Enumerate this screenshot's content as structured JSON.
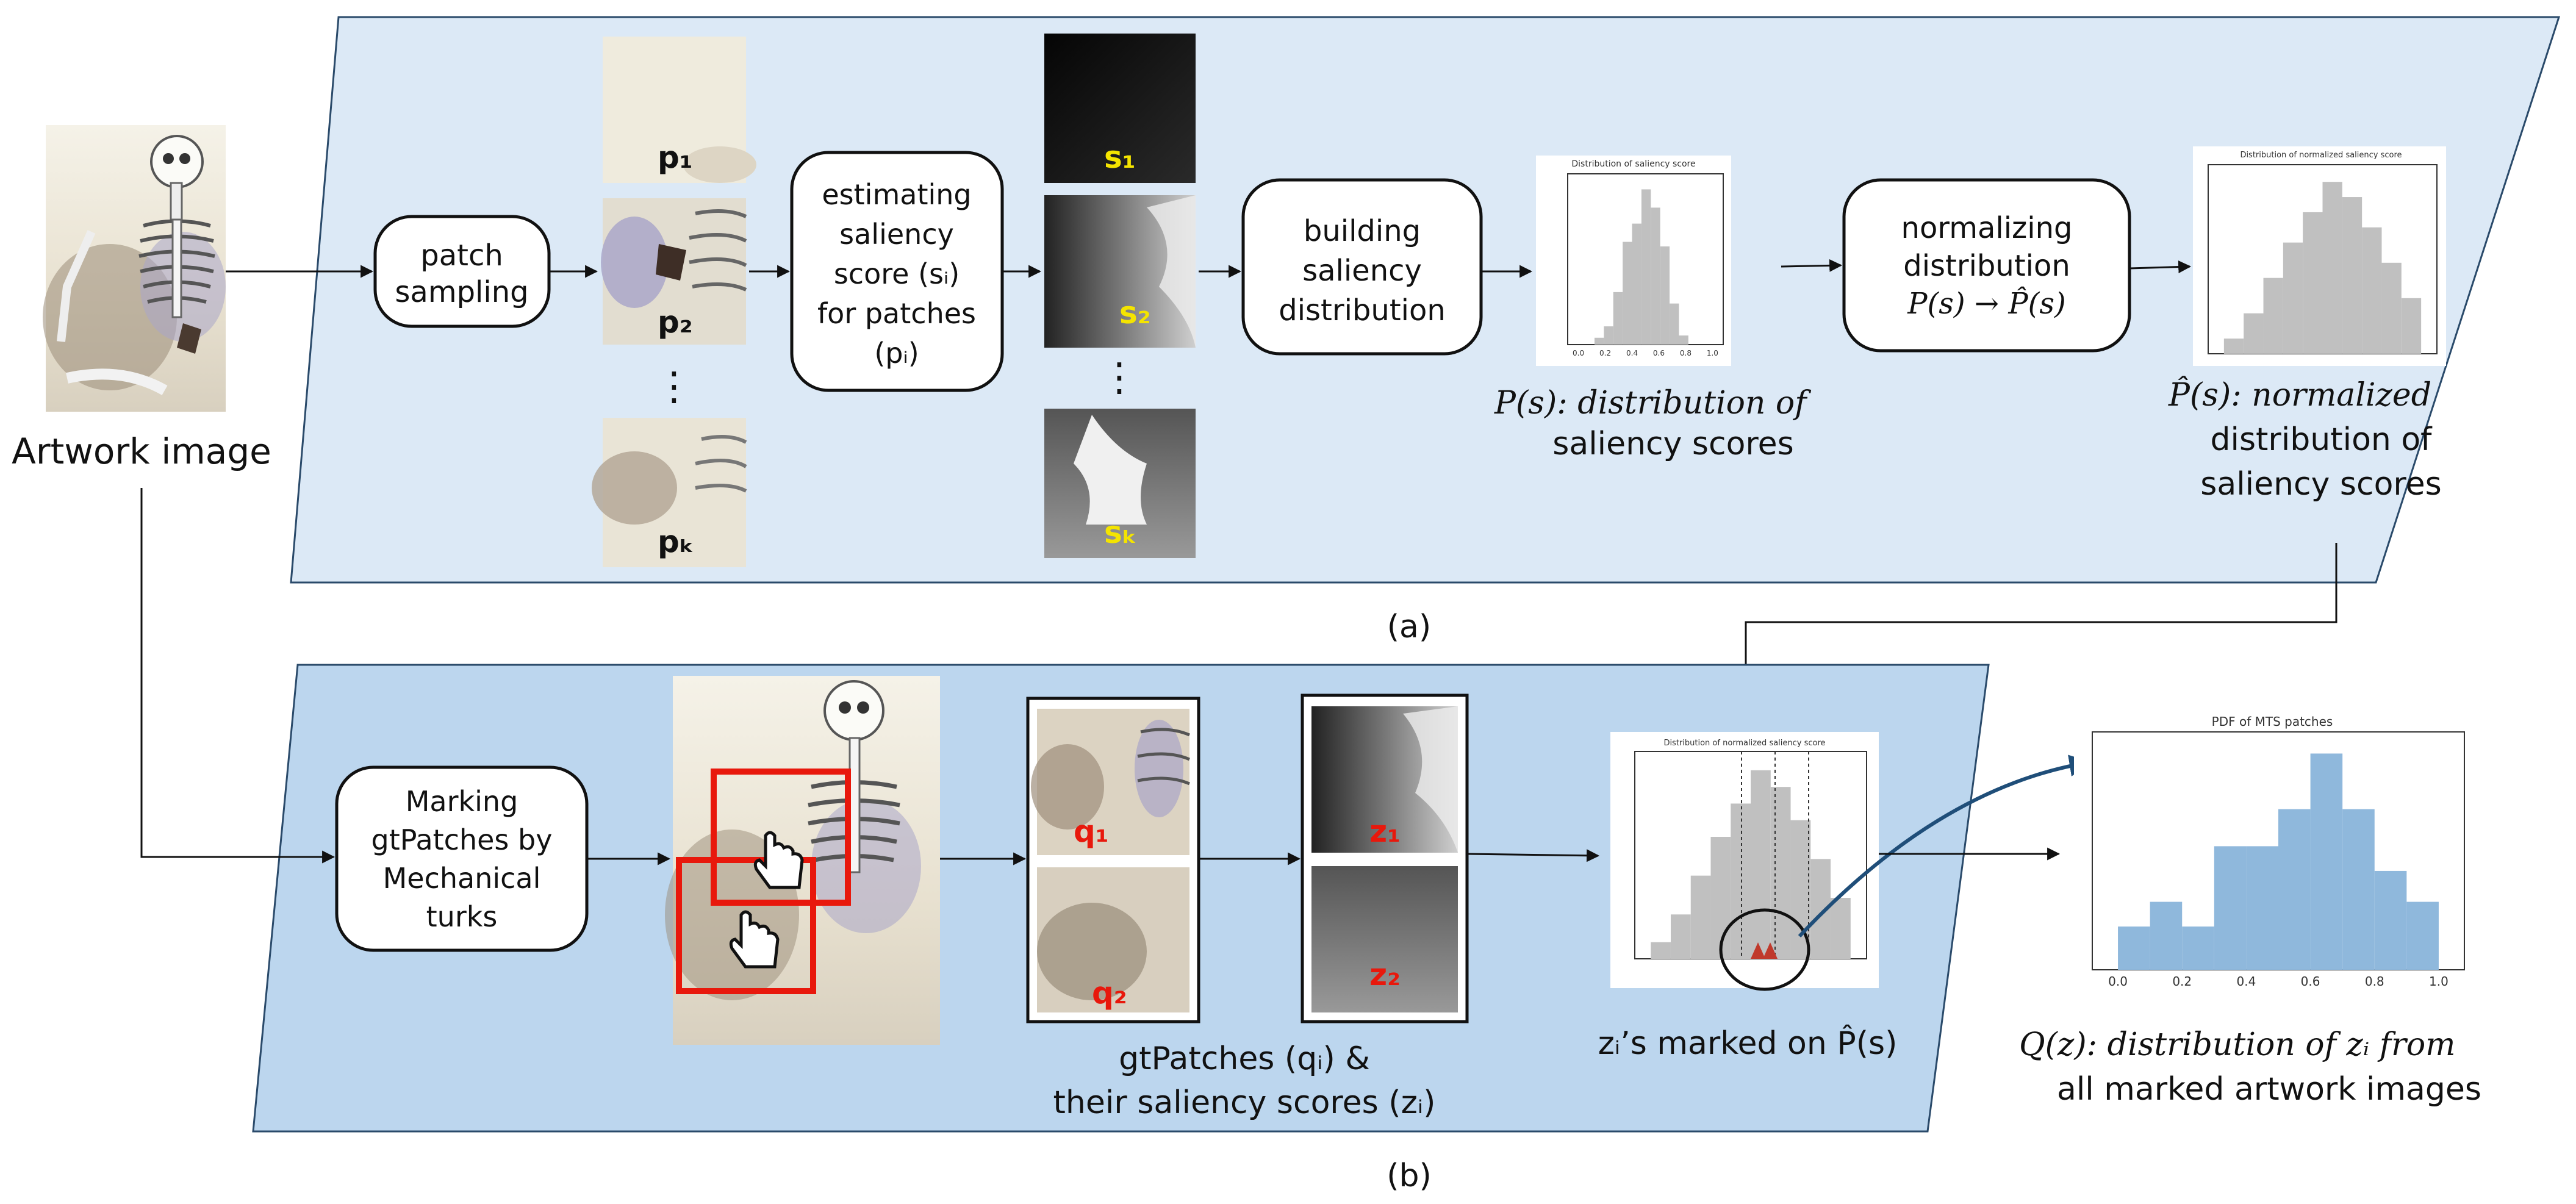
{
  "artwork_label": "Artwork image",
  "panel_a": {
    "caption": "(a)",
    "steps": {
      "patch_sampling": [
        "patch",
        "sampling"
      ],
      "estimating": [
        "estimating",
        "saliency",
        "score (sᵢ)",
        "for patches",
        "(pᵢ)"
      ],
      "building": [
        "building",
        "saliency",
        "distribution"
      ],
      "normalizing": [
        "normalizing",
        "distribution",
        "P(s) → P̂(s)"
      ]
    },
    "patch_labels": [
      "p₁",
      "p₂",
      "pₖ"
    ],
    "score_labels": [
      "s₁",
      "s₂",
      "sₖ"
    ],
    "vdots": "⋮",
    "dist_caption": [
      "P(s): distribution of",
      "saliency scores"
    ],
    "norm_caption": [
      "P̂(s): normalized",
      "distribution of",
      "saliency scores"
    ],
    "hist1_title": "Distribution of saliency score",
    "hist2_title": "Distribution of normalized saliency score"
  },
  "panel_b": {
    "caption": "(b)",
    "marking_step": [
      "Marking",
      "gtPatches by",
      "Mechanical",
      "turks"
    ],
    "gt_labels": [
      "q₁",
      "q₂"
    ],
    "z_labels": [
      "z₁",
      "z₂"
    ],
    "gt_caption": [
      "gtPatches (qᵢ) &",
      "their saliency scores (zᵢ)"
    ],
    "zmark_caption": "zᵢ’s marked on P̂(s)",
    "hist3_title": "Distribution of normalized saliency score",
    "q_caption": [
      "Q(z): distribution of zᵢ from",
      "all marked artwork images"
    ],
    "pdf_title": "PDF of MTS patches"
  },
  "colors": {
    "panel_a_fill": "#dce9f6",
    "panel_b_fill": "#bcd6ee",
    "hist_gray": "#c0c0c0",
    "pdf_blue": "#8fb8dc",
    "marker_red": "#e8180c",
    "score_yellow": "#f4e400",
    "curve_arrow": "#1f4e79"
  },
  "chart_data": [
    {
      "type": "bar",
      "title": "Distribution of saliency score",
      "x": [
        0.0,
        0.2,
        0.4,
        0.6,
        0.8,
        1.0
      ],
      "values": [
        0.3,
        0.8,
        2.3,
        4.5,
        5.3,
        6.8,
        6.0,
        4.3,
        1.8,
        0.4
      ],
      "bin_range": [
        0.12,
        0.82
      ]
    },
    {
      "type": "bar",
      "title": "Distribution of normalized saliency score",
      "values": [
        3,
        8,
        15,
        22,
        28,
        34,
        31,
        25,
        18,
        11
      ],
      "bin_range": [
        0.0,
        1.0
      ]
    },
    {
      "type": "bar",
      "title": "PDF of MTS patches",
      "x": [
        0.0,
        0.2,
        0.4,
        0.6,
        0.8,
        1.0
      ],
      "values": [
        0.7,
        1.1,
        0.7,
        2.0,
        2.0,
        2.6,
        3.5,
        2.6,
        1.6,
        1.1
      ],
      "bin_range": [
        0.0,
        1.0
      ]
    }
  ]
}
